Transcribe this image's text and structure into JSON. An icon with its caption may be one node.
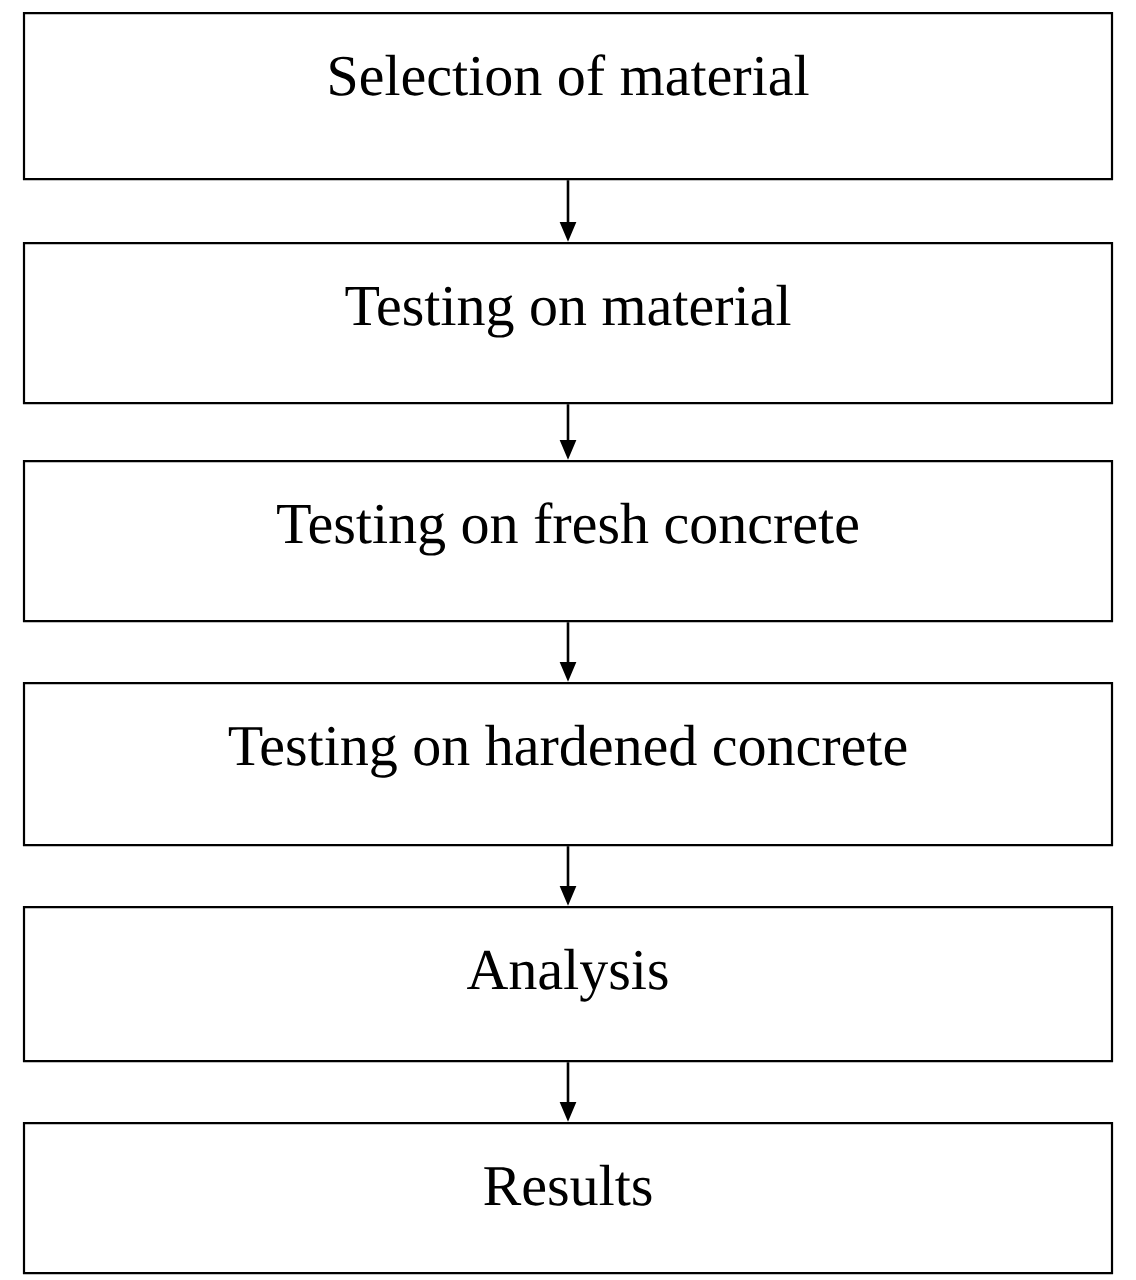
{
  "diagram": {
    "nodes": [
      {
        "text": [
          "Selection of material"
        ]
      },
      {
        "text": [
          "Testing on material"
        ]
      },
      {
        "text": [
          "Testing on fresh concrete"
        ]
      },
      {
        "text": [
          "Testing on hardened concrete"
        ]
      },
      {
        "text": [
          "Analysis"
        ]
      },
      {
        "text": [
          "Results"
        ]
      }
    ],
    "edges": [
      {
        "from": 0,
        "to": 1,
        "arrow": "to"
      },
      {
        "from": 1,
        "to": 2,
        "arrow": "to"
      },
      {
        "from": 2,
        "to": 3,
        "arrow": "to"
      },
      {
        "from": 3,
        "to": 4,
        "arrow": "to"
      },
      {
        "from": 4,
        "to": 5,
        "arrow": "to"
      }
    ]
  }
}
